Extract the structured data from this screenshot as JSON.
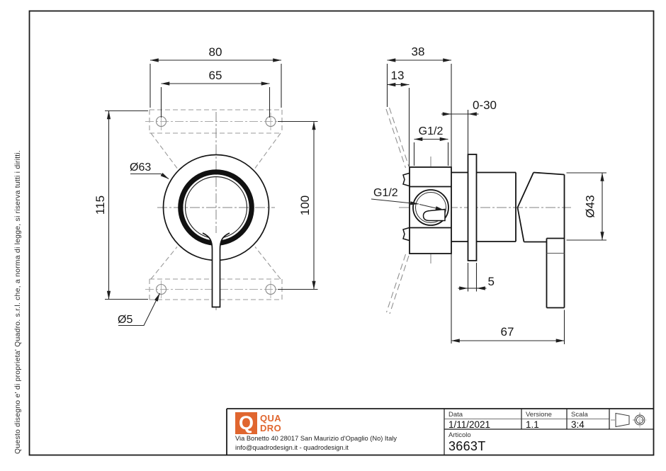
{
  "page": {
    "disclaimer": "Questo disegno e' di proprieta' Quadro. s.r.l. che, a norma di legge, si riserva tutti i diritti."
  },
  "views": {
    "front": {
      "dim_80": "80",
      "dim_65": "65",
      "dim_115": "115",
      "dim_100": "100",
      "label_d63": "Ø63",
      "label_d5": "Ø5"
    },
    "side": {
      "dim_38": "38",
      "dim_13": "13",
      "dim_range": "0-30",
      "label_g12_top": "G1/2",
      "label_g12_left": "G1/2",
      "label_d43": "Ø43",
      "dim_5": "5",
      "dim_67": "67"
    }
  },
  "title_block": {
    "accent_color": "#E0662F",
    "logo": {
      "letter": "Q",
      "line1": "QUA",
      "line2": "DRO"
    },
    "address_line1": "Via Bonetto 40  28017 San Maurizio d'Opaglio (No) Italy",
    "address_line2": "info@quadrodesign.it  -  quadrodesign.it",
    "fields": {
      "data_label": "Data",
      "data_value": "1/11/2021",
      "versione_label": "Versione",
      "versione_value": "1.1",
      "scala_label": "Scala",
      "scala_value": "3:4",
      "articolo_label": "Articolo",
      "articolo_value": "3663T"
    }
  }
}
